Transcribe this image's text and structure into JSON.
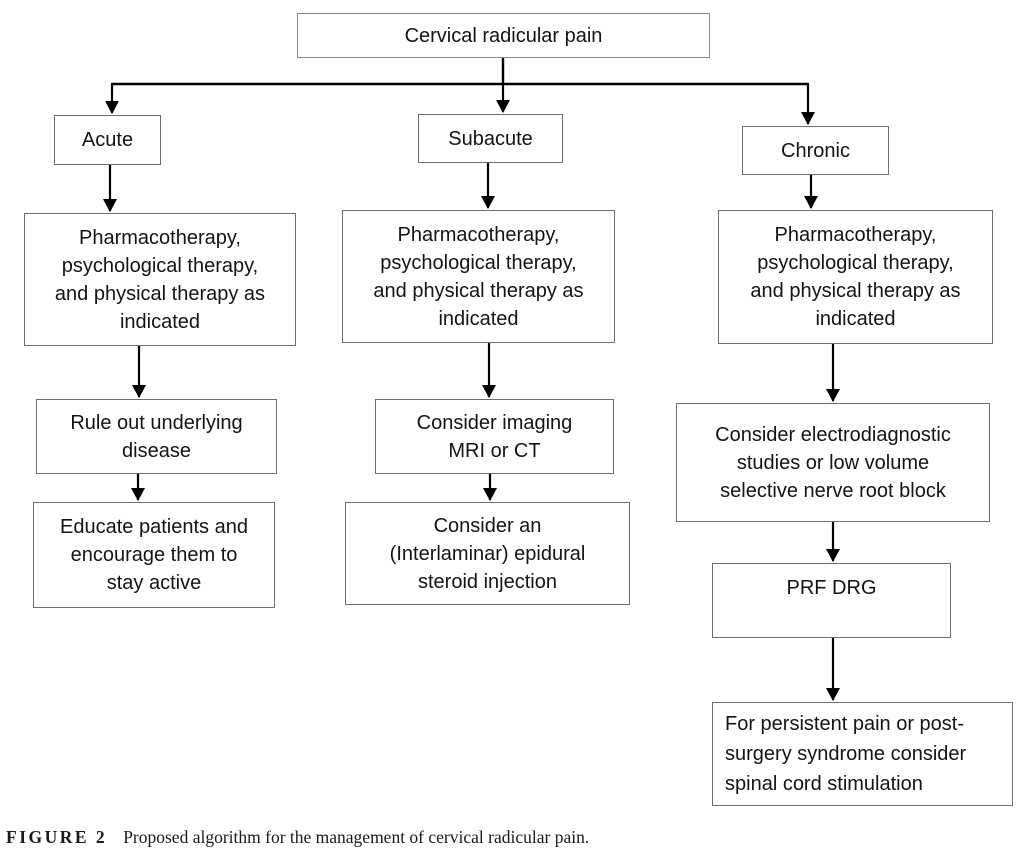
{
  "figure": {
    "caption_label": "FIGURE 2",
    "caption_text": "Proposed algorithm for the management of cervical radicular pain."
  },
  "colors": {
    "box_border": "#6f6f6f",
    "arrow": "#000000",
    "text": "#141414",
    "background": "#ffffff"
  },
  "nodes": {
    "root": {
      "lines": [
        "Cervical radicular pain"
      ]
    },
    "acute": {
      "lines": [
        "Acute"
      ]
    },
    "subacute": {
      "lines": [
        "Subacute"
      ]
    },
    "chronic": {
      "lines": [
        "Chronic"
      ]
    },
    "acute_pharma": {
      "lines": [
        "Pharmacotherapy,",
        "psychological therapy,",
        "and physical therapy as",
        "indicated"
      ]
    },
    "subacute_pharma": {
      "lines": [
        "Pharmacotherapy,",
        "psychological therapy,",
        "and physical therapy as",
        "indicated"
      ]
    },
    "chronic_pharma": {
      "lines": [
        "Pharmacotherapy,",
        "psychological therapy,",
        "and physical therapy as",
        "indicated"
      ]
    },
    "rule_out": {
      "lines": [
        "Rule out underlying",
        "disease"
      ]
    },
    "imaging": {
      "lines": [
        "Consider imaging",
        "MRI or CT"
      ]
    },
    "electrodiagnostic": {
      "lines": [
        "Consider electrodiagnostic",
        "studies or low volume",
        "selective nerve root block"
      ]
    },
    "educate": {
      "lines": [
        "Educate patients and",
        "encourage them to",
        "stay active"
      ]
    },
    "epidural": {
      "lines": [
        "Consider an",
        "(Interlaminar) epidural",
        "steroid injection"
      ]
    },
    "prf_drg": {
      "lines": [
        "PRF DRG"
      ]
    },
    "persistent": {
      "lines": [
        "For persistent pain or post-",
        "surgery syndrome consider",
        "spinal cord stimulation"
      ]
    }
  }
}
